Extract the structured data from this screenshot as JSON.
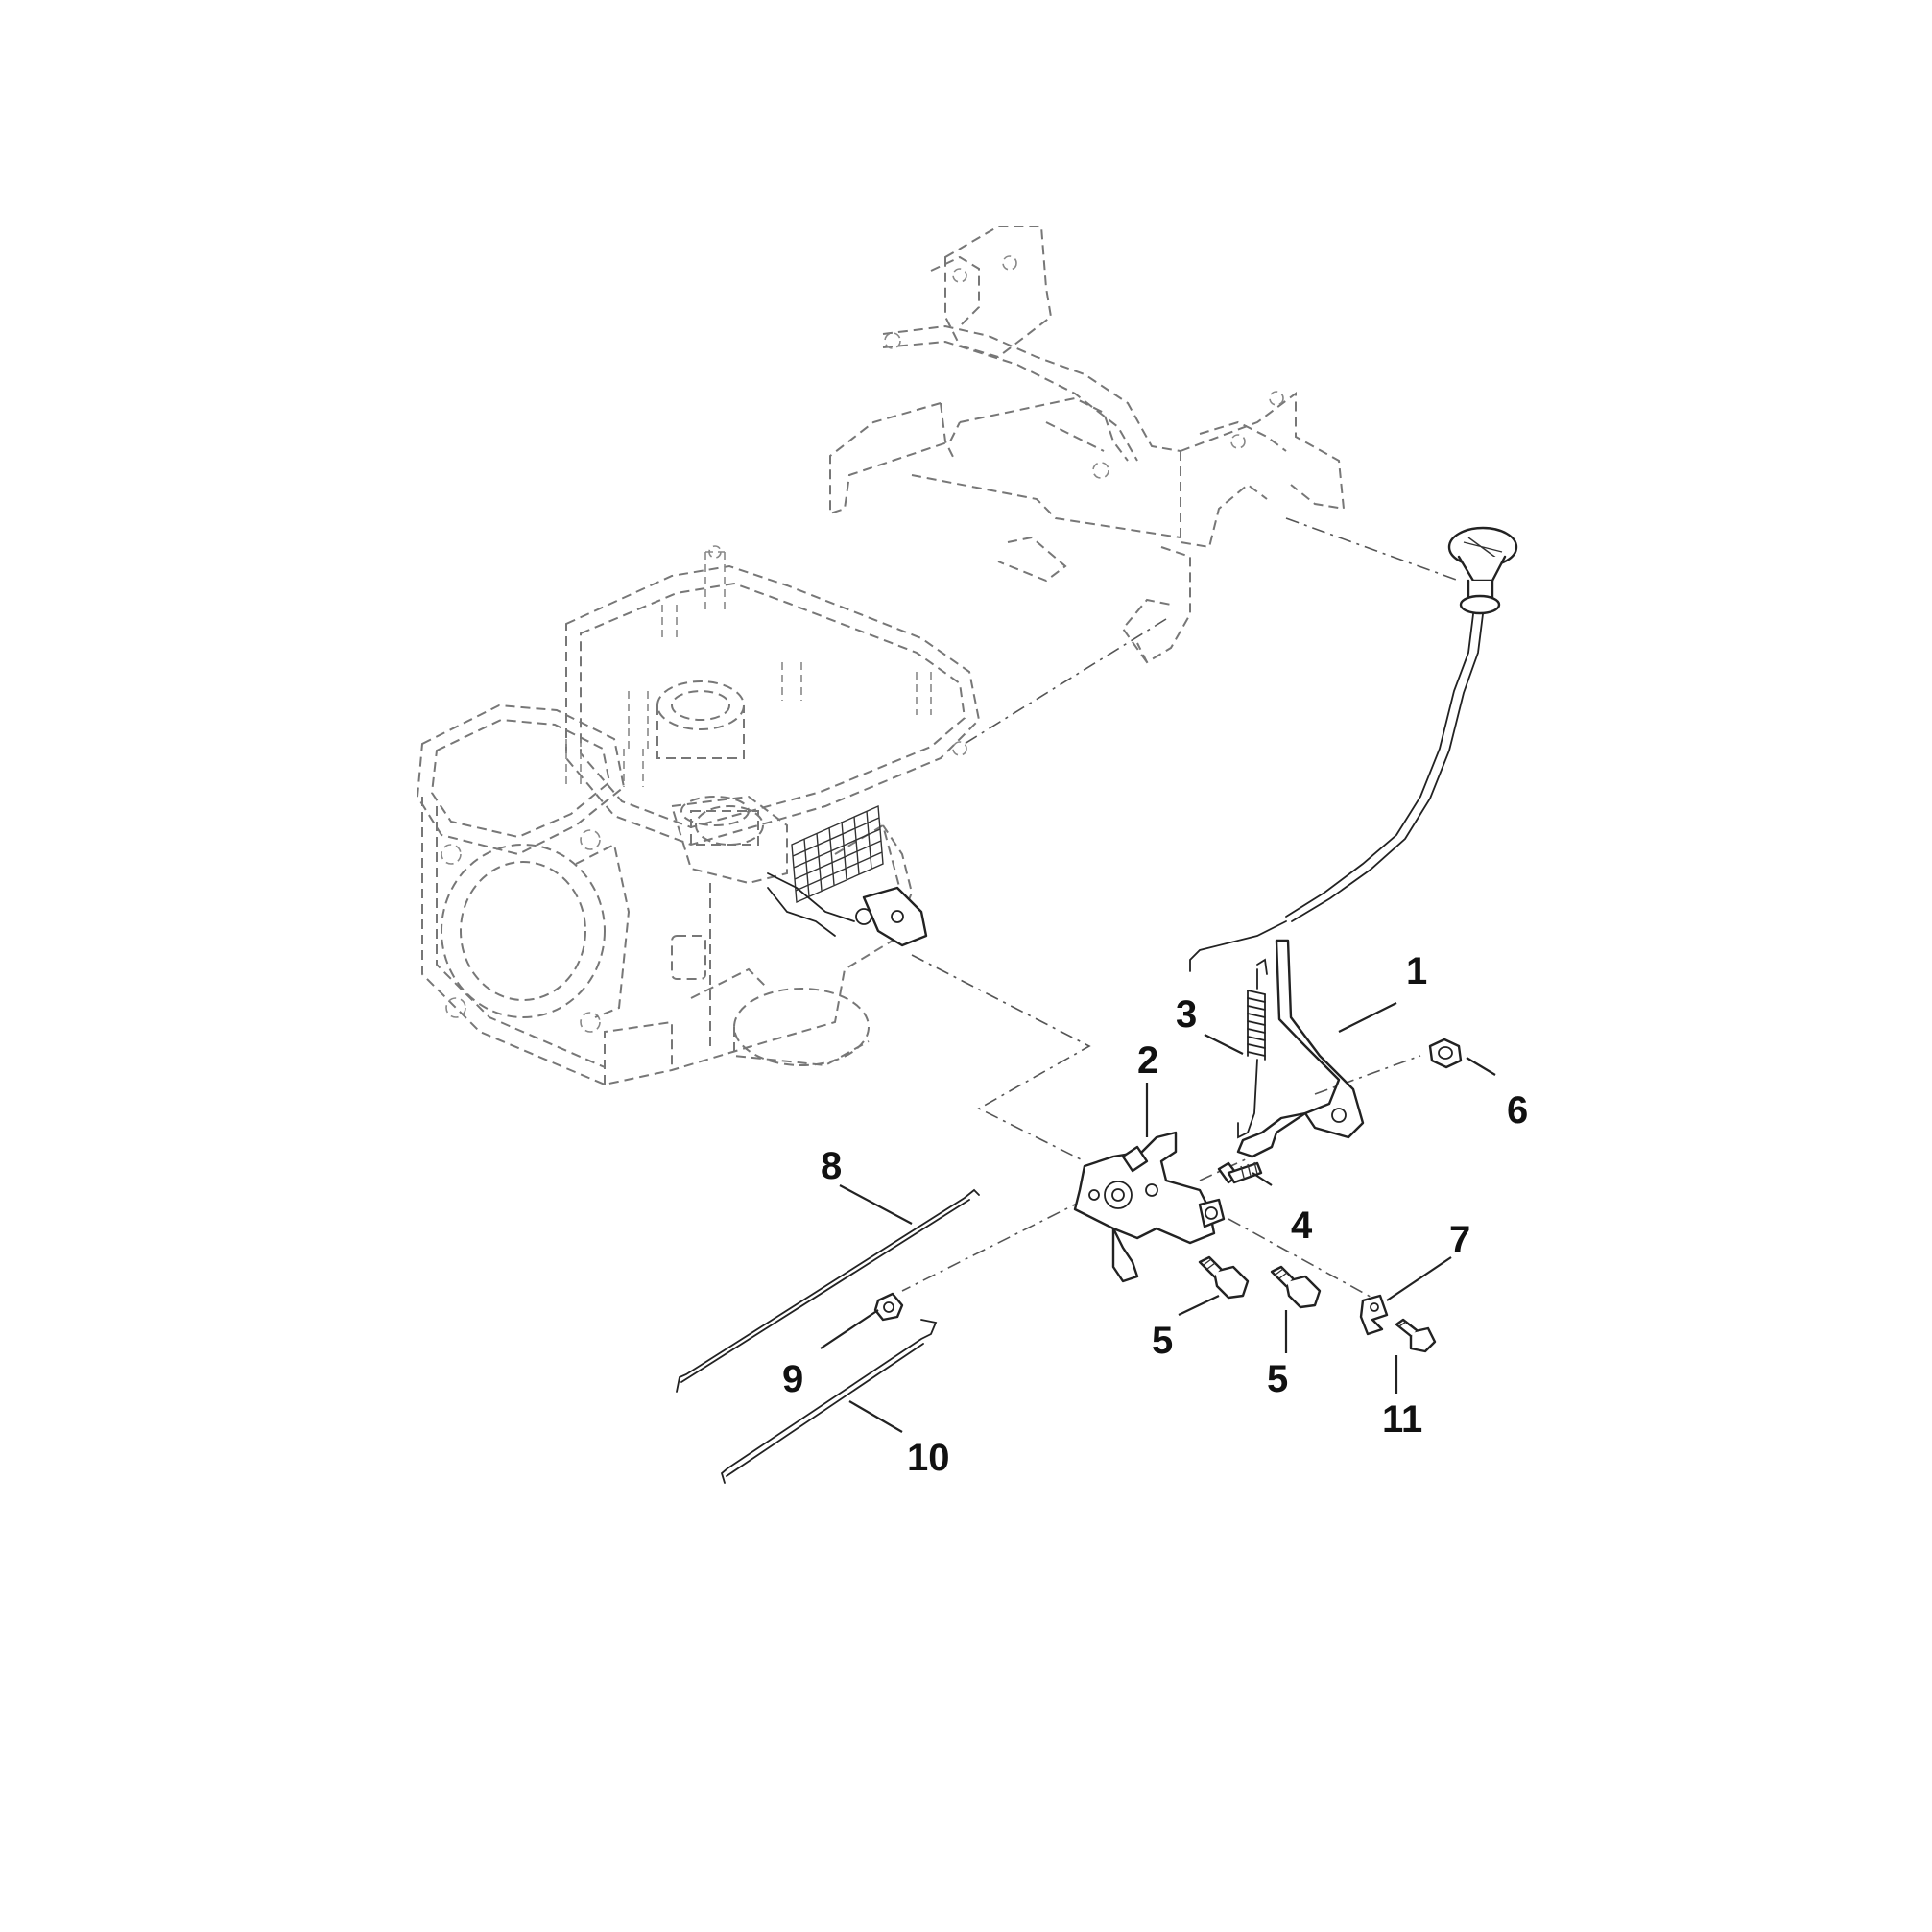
{
  "callouts": {
    "c1": "1",
    "c2": "2",
    "c3": "3",
    "c4": "4",
    "c5a": "5",
    "c5b": "5",
    "c6": "6",
    "c7": "7",
    "c8": "8",
    "c9": "9",
    "c10": "10",
    "c11": "11"
  },
  "icons": {
    "engine": "engine-block-ghost-icon",
    "frame": "mounting-frame-ghost-icon",
    "knob": "choke-knob-icon"
  }
}
